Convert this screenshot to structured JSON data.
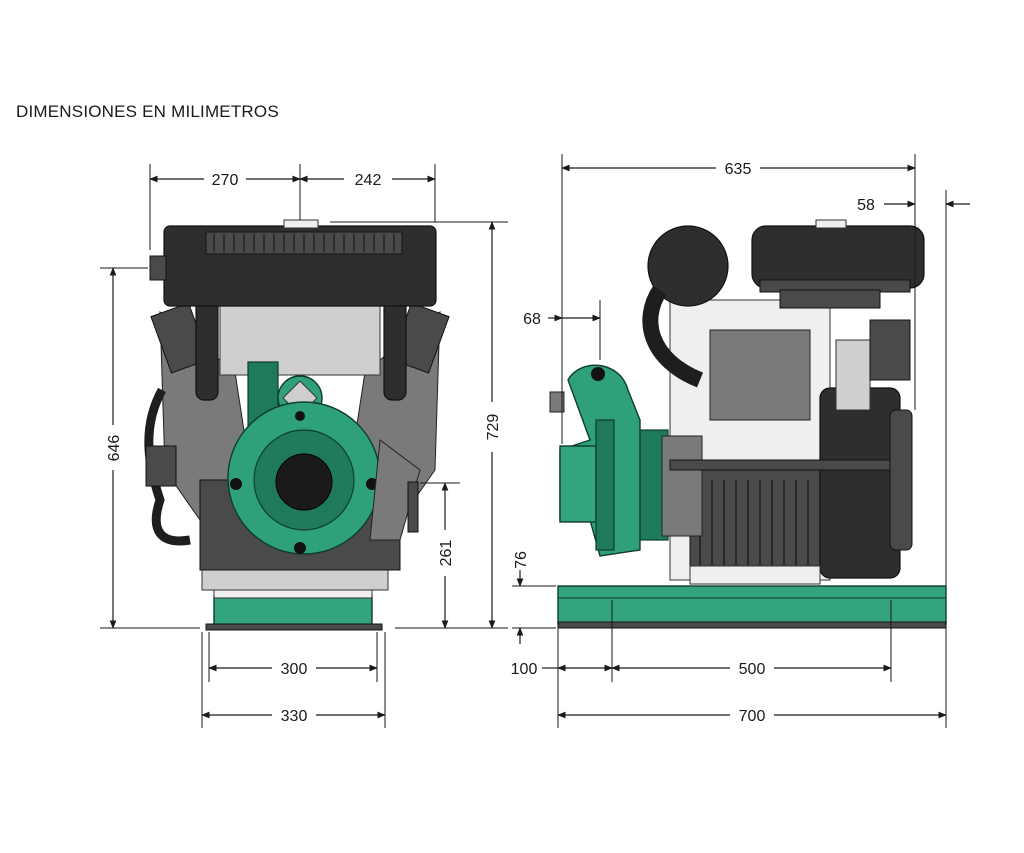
{
  "title": "DIMENSIONES EN MILIMETROS",
  "front_view": {
    "width_left": "270",
    "width_right": "242",
    "height_engine": "646",
    "height_total": "729",
    "height_outlet": "261",
    "base_inner": "300",
    "base_outer": "330"
  },
  "side_view": {
    "length_total": "635",
    "offset_right": "58",
    "offset_inlet": "68",
    "base_height": "76",
    "base_offset": "100",
    "base_span": "500",
    "base_length": "700"
  },
  "colors": {
    "pump_green": "#2fa07c",
    "engine_dark": "#2e2e2e",
    "dimension_line": "#1a1a1a"
  }
}
